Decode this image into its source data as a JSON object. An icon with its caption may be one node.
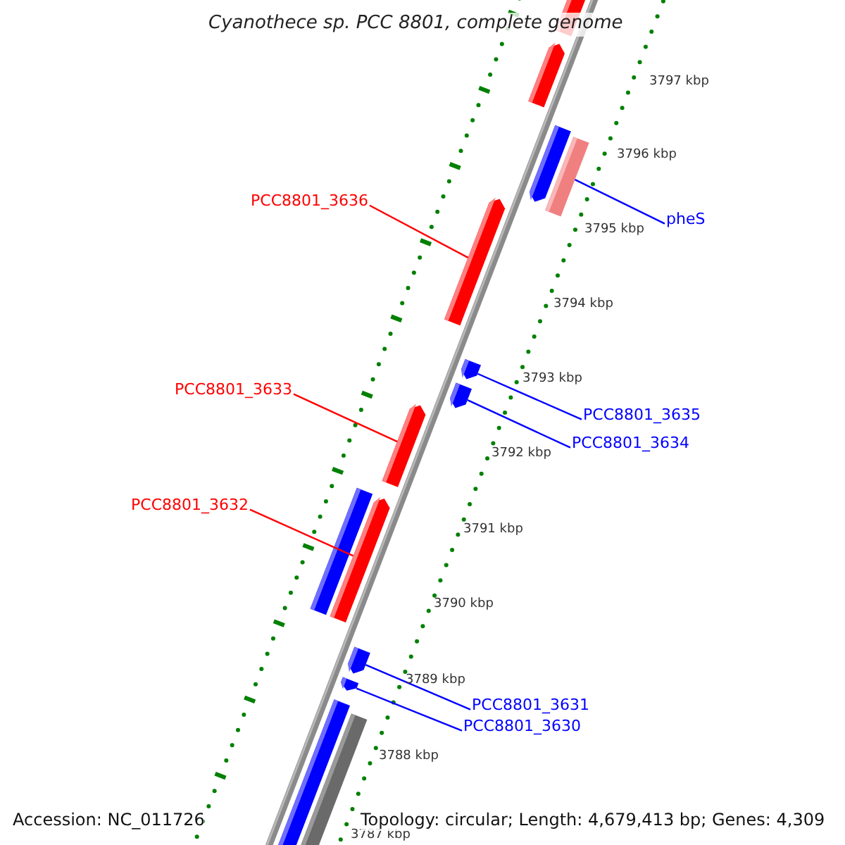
{
  "diagram": {
    "title": "Cyanothece sp. PCC 8801, complete genome",
    "nodes": [
      {
        "text": [
          "PCC8801_3636"
        ]
      },
      {
        "text": [
          "pheS"
        ]
      },
      {
        "text": [
          "PCC8801_3633"
        ]
      },
      {
        "text": [
          "PCC8801_3635"
        ]
      },
      {
        "text": [
          "PCC8801_3634"
        ]
      },
      {
        "text": [
          "PCC8801_3632"
        ]
      },
      {
        "text": [
          "PCC8801_3631"
        ]
      },
      {
        "text": [
          "PCC8801_3630"
        ]
      },
      {
        "text": [],
        "shape": "bar"
      },
      {
        "text": [],
        "shape": "bar"
      },
      {
        "text": [],
        "shape": "bar"
      },
      {
        "text": [],
        "shape": "bar"
      },
      {
        "text": [],
        "shape": "bar"
      },
      {
        "text": [],
        "shape": "bar"
      },
      {
        "text": [],
        "shape": "bar"
      },
      {
        "text": [],
        "shape": "bar"
      }
    ],
    "edges": [
      {
        "from": 0,
        "to": 9,
        "arrow": "none",
        "color": "#ff0000"
      },
      {
        "from": 1,
        "to": 8,
        "arrow": "none"
      },
      {
        "from": 2,
        "to": 12,
        "arrow": "none",
        "color": "#ff0000"
      },
      {
        "from": 3,
        "to": 10,
        "arrow": "none"
      },
      {
        "from": 4,
        "to": 11,
        "arrow": "none"
      },
      {
        "from": 5,
        "to": 13,
        "arrow": "none",
        "color": "#ff0000"
      },
      {
        "from": 6,
        "to": 14,
        "arrow": "none"
      },
      {
        "from": 7,
        "to": 15,
        "arrow": "none"
      }
    ],
    "labels": [
      "3797 kbp",
      "3796 kbp",
      "3795 kbp",
      "3794 kbp",
      "3793 kbp",
      "3792 kbp",
      "3791 kbp",
      "3790 kbp",
      "3789 kbp",
      "3788 kbp",
      "Accession: NC_011726",
      "Topology: circular; Length: 4,679,413 bp; Genes: 4,309",
      "3787 kbp"
    ]
  }
}
